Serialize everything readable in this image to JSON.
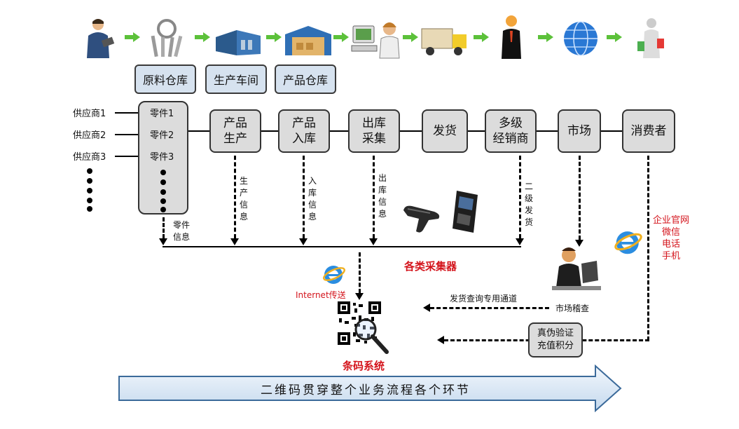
{
  "warehouses": [
    "原料仓库",
    "生产车间",
    "产品仓库"
  ],
  "suppliers": [
    "供应商1",
    "供应商2",
    "供应商3"
  ],
  "parts": [
    "零件1",
    "零件2",
    "零件3"
  ],
  "process": {
    "produce": "产品\n生产",
    "store": "产品\n入库",
    "outbound": "出库\n采集",
    "ship": "发货",
    "dealer": "多级\n经销商",
    "market": "市场",
    "consumer": "消费者"
  },
  "info": {
    "parts_info": "零件\n信息",
    "produce_info": "生\n产\n信\n息",
    "store_info": "入\n库\n信\n息",
    "outbound_info": "出\n库\n信\n息",
    "dealer_ship": "二\n级\n发\n货"
  },
  "collectors_label": "各类采集器",
  "internet_label": "Internet传送",
  "channel_label": "发货查询专用通道",
  "market_check": "市场稽查",
  "verify_label": "真伪验证\n充值积分",
  "consumer_channels": "企业官网\n微信\n电话\n手机",
  "barcode_system": "条码系统",
  "banner": "二维码贯穿整个业务流程各个环节",
  "colors": {
    "red": "#d4141c",
    "green": "#5cc13a",
    "box_fill": "#dcdcdc",
    "wh_fill": "#d6e2ef",
    "banner_fill": "#dce8f5"
  }
}
